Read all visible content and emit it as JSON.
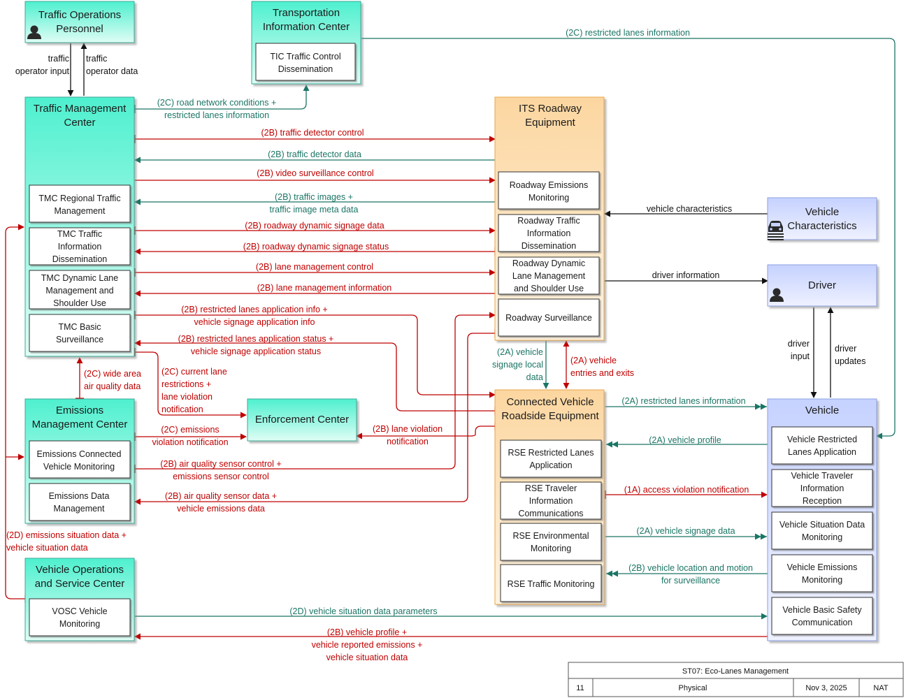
{
  "diagram": {
    "nodes": {
      "traffic_operations_personnel": [
        "Traffic Operations",
        "Personnel"
      ],
      "transportation_information_center": [
        "Transportation",
        "Information Center"
      ],
      "traffic_management_center": [
        "Traffic Management",
        "Center"
      ],
      "its_roadway_equipment": [
        "ITS Roadway",
        "Equipment"
      ],
      "vehicle_characteristics": [
        "Vehicle",
        "Characteristics"
      ],
      "driver": [
        "Driver"
      ],
      "emissions_management_center": [
        "Emissions",
        "Management Center"
      ],
      "enforcement_center": [
        "Enforcement Center"
      ],
      "connected_vehicle_roadside_equipment": [
        "Connected Vehicle",
        "Roadside Equipment"
      ],
      "vehicle": [
        "Vehicle"
      ],
      "vehicle_operations_and_service_center": [
        "Vehicle Operations",
        "and Service Center"
      ]
    },
    "subsystems": {
      "tic_traffic_control_dissemination": [
        "TIC Traffic Control",
        "Dissemination"
      ],
      "tmc_regional_traffic_management": [
        "TMC Regional Traffic",
        "Management"
      ],
      "tmc_traffic_information_dissemination": [
        "TMC Traffic",
        "Information",
        "Dissemination"
      ],
      "tmc_dynamic_lane_management": [
        "TMC Dynamic Lane",
        "Management and",
        "Shoulder Use"
      ],
      "tmc_basic_surveillance": [
        "TMC Basic",
        "Surveillance"
      ],
      "roadway_emissions_monitoring": [
        "Roadway Emissions",
        "Monitoring"
      ],
      "roadway_traffic_information_dissemination": [
        "Roadway Traffic",
        "Information",
        "Dissemination"
      ],
      "roadway_dynamic_lane_management": [
        "Roadway Dynamic",
        "Lane Management",
        "and Shoulder Use"
      ],
      "roadway_surveillance": [
        "Roadway Surveillance"
      ],
      "emissions_connected_vehicle_monitoring": [
        "Emissions Connected",
        "Vehicle Monitoring"
      ],
      "emissions_data_management": [
        "Emissions Data",
        "Management"
      ],
      "rse_restricted_lanes_application": [
        "RSE Restricted Lanes",
        "Application"
      ],
      "rse_traveler_information_communications": [
        "RSE Traveler",
        "Information",
        "Communications"
      ],
      "rse_environmental_monitoring": [
        "RSE Environmental",
        "Monitoring"
      ],
      "rse_traffic_monitoring": [
        "RSE Traffic Monitoring"
      ],
      "vehicle_restricted_lanes_application": [
        "Vehicle Restricted",
        "Lanes Application"
      ],
      "vehicle_traveler_information_reception": [
        "Vehicle Traveler",
        "Information",
        "Reception"
      ],
      "vehicle_situation_data_monitoring": [
        "Vehicle Situation Data",
        "Monitoring"
      ],
      "vehicle_emissions_monitoring": [
        "Vehicle Emissions",
        "Monitoring"
      ],
      "vehicle_basic_safety_communication": [
        "Vehicle Basic Safety",
        "Communication"
      ],
      "vosc_vehicle_monitoring": [
        "VOSC Vehicle",
        "Monitoring"
      ]
    },
    "flows": {
      "traffic_operator_input": [
        "traffic",
        "operator input"
      ],
      "traffic_operator_data": [
        "traffic",
        "operator data"
      ],
      "restricted_lanes_info_2c": [
        "(2C) restricted lanes information"
      ],
      "road_network_conditions": [
        "(2C) road network conditions +",
        "restricted lanes information"
      ],
      "traffic_detector_control": [
        "(2B) traffic detector control"
      ],
      "traffic_detector_data": [
        "(2B) traffic detector data"
      ],
      "video_surveillance_control": [
        "(2B) video surveillance control"
      ],
      "traffic_images": [
        "(2B) traffic images +",
        "traffic image meta data"
      ],
      "roadway_dynamic_signage_data": [
        "(2B) roadway dynamic signage data"
      ],
      "roadway_dynamic_signage_status": [
        "(2B) roadway dynamic signage status"
      ],
      "lane_management_control": [
        "(2B) lane management control"
      ],
      "lane_management_information": [
        "(2B) lane management information"
      ],
      "restricted_lanes_application_info": [
        "(2B) restricted lanes application info +",
        "vehicle signage application info"
      ],
      "restricted_lanes_application_status": [
        "(2B) restricted lanes application status +",
        "vehicle signage application status"
      ],
      "wide_area_air_quality": [
        "(2C) wide area",
        "air quality data"
      ],
      "current_lane_restrictions": [
        "(2C) current lane",
        "restrictions +",
        "lane violation",
        "notification"
      ],
      "emissions_violation_notification": [
        "(2C) emissions",
        "violation notification"
      ],
      "lane_violation_notification": [
        "(2B) lane violation",
        "notification"
      ],
      "air_quality_sensor_control": [
        "(2B) air quality sensor control +",
        "emissions sensor control"
      ],
      "air_quality_sensor_data": [
        "(2B) air quality sensor data +",
        "vehicle emissions data"
      ],
      "emissions_situation_data": [
        "(2D) emissions situation data +",
        "vehicle situation data"
      ],
      "vehicle_characteristics_flow": [
        "vehicle characteristics"
      ],
      "driver_information": [
        "driver information"
      ],
      "driver_input": [
        "driver",
        "input"
      ],
      "driver_updates": [
        "driver",
        "updates"
      ],
      "vehicle_signage_local_data": [
        "(2A) vehicle",
        "signage local",
        "data"
      ],
      "vehicle_entries_exits": [
        "(2A) vehicle",
        "entries and exits"
      ],
      "restricted_lanes_info_2a": [
        "(2A) restricted lanes information"
      ],
      "vehicle_profile_2a": [
        "(2A) vehicle profile"
      ],
      "access_violation_notification": [
        "(1A) access violation notification"
      ],
      "vehicle_signage_data": [
        "(2A) vehicle signage data"
      ],
      "vehicle_location_motion": [
        "(2B) vehicle location and motion",
        "for surveillance"
      ],
      "vehicle_situation_data_parameters": [
        "(2D) vehicle situation data parameters"
      ],
      "vehicle_profile_2b": [
        "(2B) vehicle profile +",
        "vehicle reported emissions +",
        "vehicle situation data"
      ]
    },
    "colors": {
      "center_fill": "#4ef0cf",
      "field_fill": "#fcd6a0",
      "vehicle_fill": "#c6d2ff",
      "flow_red": "#c00000",
      "flow_teal": "#1b7565",
      "icon_names": [
        "person-icon",
        "car-icon"
      ]
    }
  },
  "title_block": {
    "title": "ST07: Eco-Lanes Management",
    "number": "11",
    "view": "Physical",
    "date": "Nov 3, 2025",
    "author": "NAT"
  }
}
